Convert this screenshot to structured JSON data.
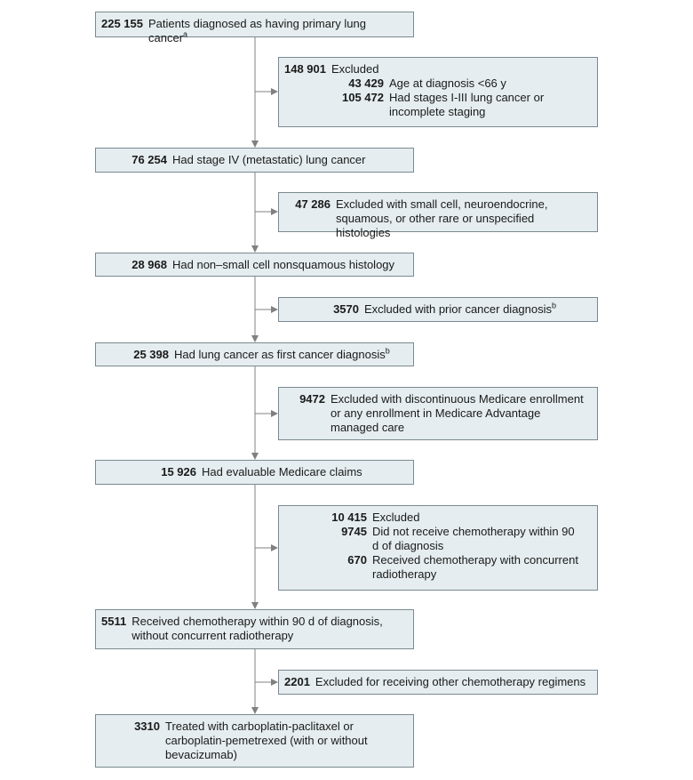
{
  "main_boxes": [
    {
      "id": "m1",
      "count": "225 155",
      "text": "Patients diagnosed as having primary lung cancer",
      "sup": "a"
    },
    {
      "id": "m2",
      "count": "76 254",
      "text": "Had stage IV (metastatic) lung cancer",
      "sup": ""
    },
    {
      "id": "m3",
      "count": "28 968",
      "text": "Had non–small cell nonsquamous histology",
      "sup": ""
    },
    {
      "id": "m4",
      "count": "25 398",
      "text": "Had lung cancer as first cancer diagnosis",
      "sup": "b"
    },
    {
      "id": "m5",
      "count": "15 926",
      "text": "Had evaluable Medicare claims",
      "sup": ""
    },
    {
      "id": "m6",
      "count": "5511",
      "text": "Received chemotherapy  within 90 d of diagnosis, without concurrent radiotherapy",
      "sup": ""
    },
    {
      "id": "m7",
      "count": "3310",
      "text": "Treated with carboplatin-paclitaxel or carboplatin-pemetrexed (with or without bevacizumab)",
      "sup": ""
    }
  ],
  "exclusion_boxes": [
    {
      "id": "e1",
      "count": "148 901",
      "text": "Excluded",
      "sup": "",
      "items": [
        {
          "count": "43 429",
          "text": "Age at diagnosis <66 y"
        },
        {
          "count": "105 472",
          "text": "Had stages I-III lung cancer or incomplete staging"
        }
      ]
    },
    {
      "id": "e2",
      "count": "47 286",
      "text": "Excluded with small cell, neuroendocrine, squamous, or other rare or unspecified histologies",
      "sup": "",
      "items": []
    },
    {
      "id": "e3",
      "count": "3570",
      "text": "Excluded with prior cancer diagnosis",
      "sup": "b",
      "items": []
    },
    {
      "id": "e4",
      "count": "9472",
      "text": "Excluded with discontinuous Medicare enrollment or any enrollment in Medicare Advantage managed care",
      "sup": "",
      "items": []
    },
    {
      "id": "e5",
      "count": "10 415",
      "text": "Excluded",
      "sup": "",
      "items": [
        {
          "count": "9745",
          "text": "Did not receive chemotherapy within 90 d of diagnosis"
        },
        {
          "count": "670",
          "text": "Received chemotherapy with concurrent radiotherapy"
        }
      ]
    },
    {
      "id": "e6",
      "count": "2201",
      "text": "Excluded for receiving other chemotherapy regimens",
      "sup": "",
      "items": []
    }
  ],
  "colors": {
    "box_fill": "#e5edf0",
    "box_border": "#7a8a90",
    "line": "#808080"
  }
}
